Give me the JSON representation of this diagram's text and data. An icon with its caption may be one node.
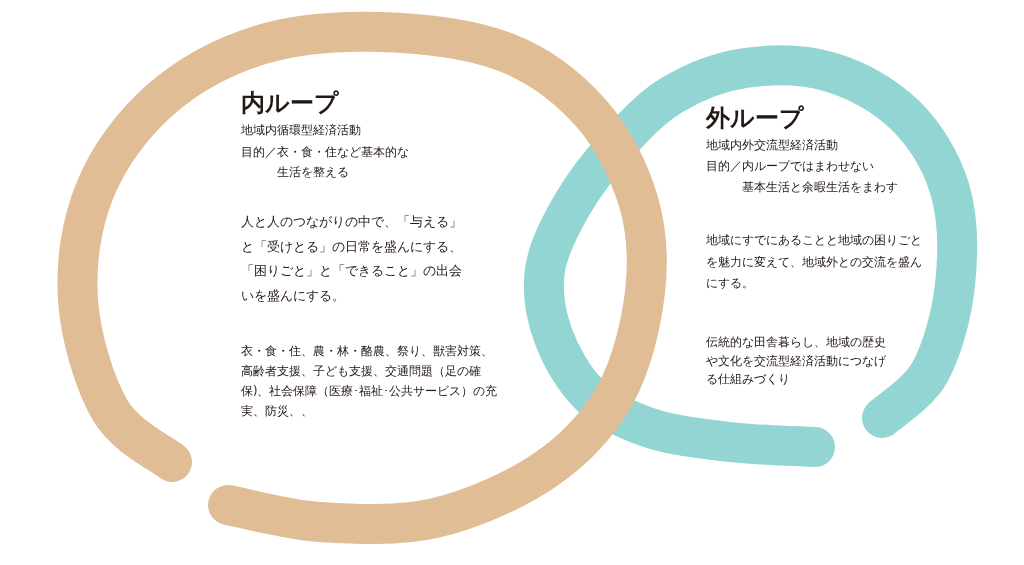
{
  "diagram": {
    "nodes": [
      {
        "text": [
          "内ループ",
          "地域内循環型経済活動",
          "目的／衣・食・住など基本的な生活を整える",
          "人と人のつながりの中で、「与える」と「受けとる」の日常を盛んにする、「困りごと」と「できること」の出会いを盛んにする。",
          "衣・食・住、農・林・酪農、祭り、獣害対策、高齢者支援、子ども支援、交通問題（足の確保)、社会保障（医療･福祉･公共サービス）の充実、防災、、"
        ]
      },
      {
        "text": [
          "外ループ",
          "地域内外交流型経済活動",
          "目的／内ループではまわせない基本生活と余暇生活をまわす",
          "地域にすでにあることと地域の困りごとを魅力に変えて、地域外との交流を盛んにする。",
          "伝統的な田舎暮らし、地域の歴史や文化を交流型経済活動につなげる仕組みづくり"
        ]
      }
    ]
  }
}
